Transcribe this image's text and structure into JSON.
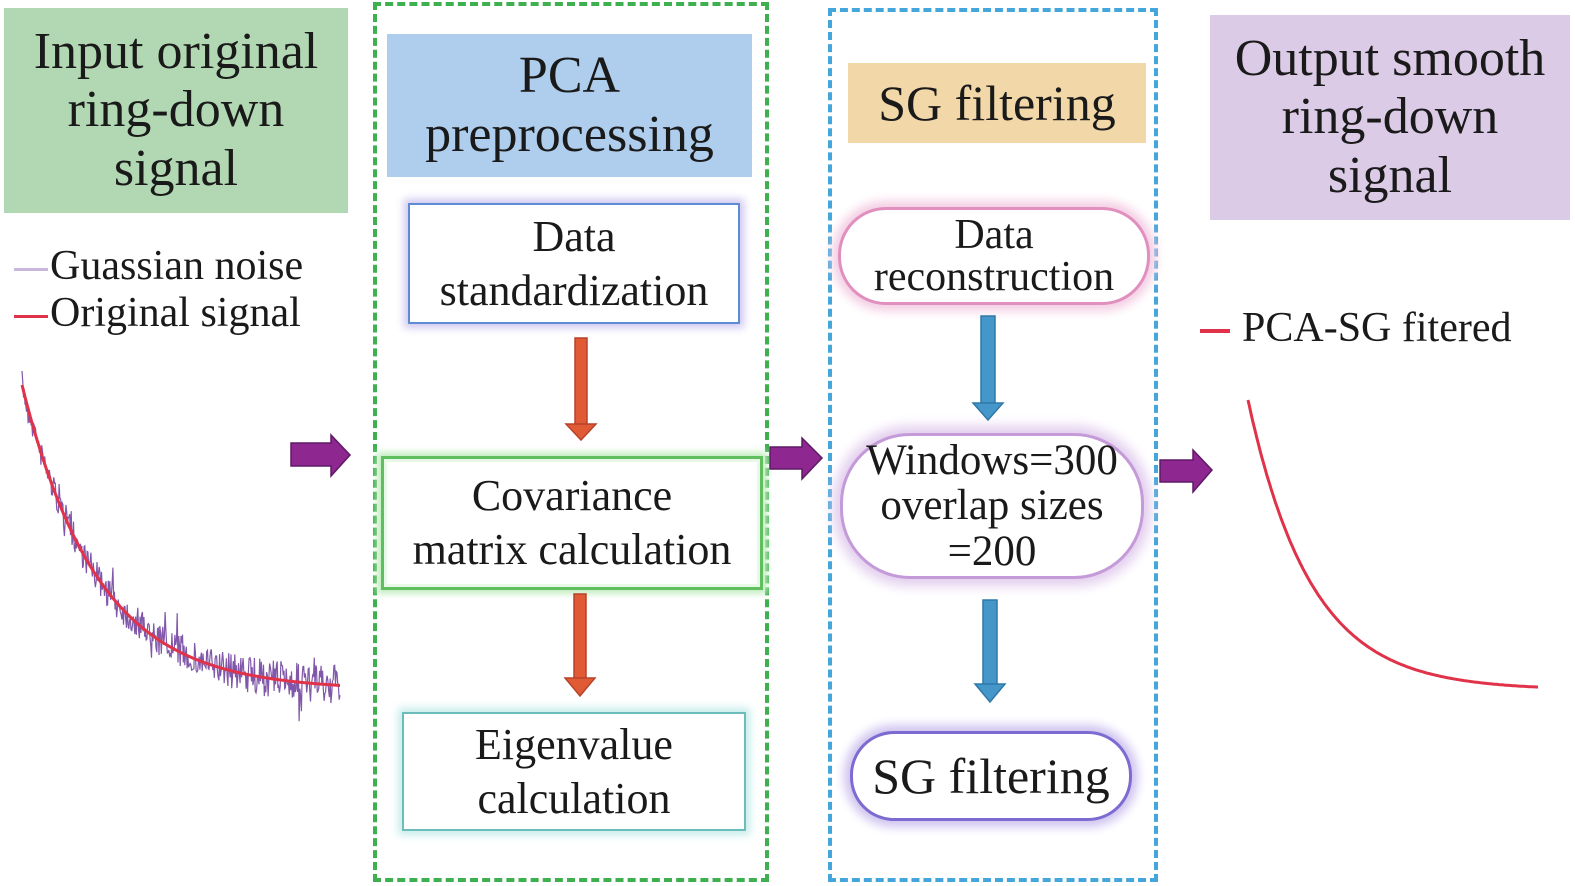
{
  "input": {
    "title_lines": [
      "Input original",
      "ring-down",
      "signal"
    ],
    "legend": [
      {
        "label": "Guassian noise",
        "color": "#c8b8e0"
      },
      {
        "label": "Original signal",
        "color": "#e0334a"
      }
    ],
    "colors": {
      "title_bg": "#b2d8b3",
      "noise": "#6a3a9a",
      "signal": "#e0334a"
    }
  },
  "pca": {
    "title_lines": [
      "PCA",
      "preprocessing"
    ],
    "colors": {
      "title_bg": "#afcdec",
      "group_border": "#3fb04f",
      "arrow": "#e05a36"
    },
    "steps": [
      {
        "lines": [
          "Data",
          "standardization"
        ]
      },
      {
        "lines": [
          "Covariance",
          "matrix calculation"
        ]
      },
      {
        "lines": [
          "Eigenvalue",
          "calculation"
        ]
      }
    ]
  },
  "sg": {
    "title": "SG filtering",
    "colors": {
      "title_bg": "#f2d8a8",
      "group_border": "#45a6dc",
      "arrow": "#4596c9"
    },
    "steps": [
      {
        "lines": [
          "Data",
          "reconstruction"
        ]
      },
      {
        "lines": [
          "Windows=300",
          "overlap sizes",
          "=200"
        ]
      },
      {
        "lines": [
          "SG filtering"
        ]
      }
    ]
  },
  "output": {
    "title_lines": [
      "Output smooth",
      "ring-down",
      "signal"
    ],
    "legend": [
      {
        "label": "PCA-SG fitered",
        "color": "#e0334a"
      }
    ],
    "colors": {
      "title_bg": "#dccbe7",
      "signal": "#e0334a"
    }
  },
  "flow_arrow_color": "#8e278f"
}
